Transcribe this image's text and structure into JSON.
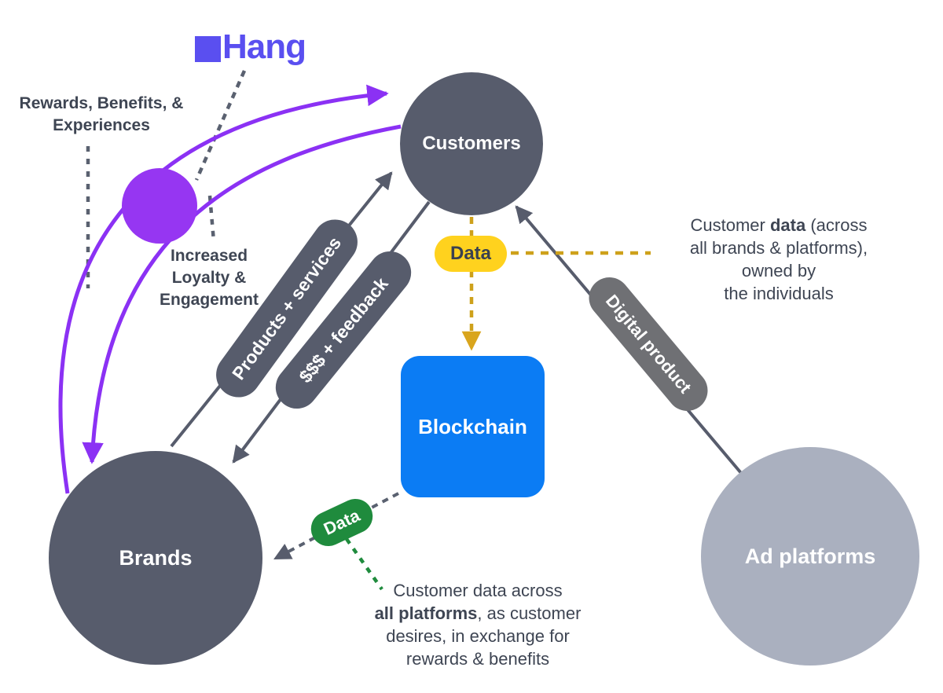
{
  "brand": {
    "logo_text": "Hang",
    "logo_color": "#5a4ff0"
  },
  "nodes": {
    "customers": {
      "label": "Customers",
      "color": "#575c6c"
    },
    "brands": {
      "label": "Brands",
      "color": "#575c6c"
    },
    "ad_platforms": {
      "label": "Ad platforms",
      "color": "#aab0bf"
    },
    "blockchain": {
      "label": "Blockchain",
      "color": "#0b7cf4"
    },
    "loyalty_circle": {
      "color": "#9636f2"
    }
  },
  "edge_labels": {
    "products": "Products + services",
    "money": "$$$ + feedback",
    "digital_product": "Digital product",
    "data_to_blockchain": "Data",
    "data_from_blockchain": "Data"
  },
  "annotations": {
    "rewards": "Rewards, Benefits, &\nExperiences",
    "loyalty": "Increased\nLoyalty &\nEngagement",
    "customer_data_right": {
      "pre": "Customer ",
      "bold": "data",
      "post": " (across\nall brands & platforms),\nowned by\nthe individuals"
    },
    "customer_data_bottom": {
      "pre": "Customer data across\n",
      "bold": "all platforms",
      "post": ", as customer\ndesires, in exchange for\nrewards & benefits"
    }
  },
  "colors": {
    "slate": "#575c6c",
    "gray_pill": "#6f7074",
    "purple_arc": "#8b31f4",
    "purple_node": "#9636f2",
    "indigo_logo": "#5a4ff0",
    "blue_blockchain": "#0b7cf4",
    "yellow_pill": "#ffd21e",
    "mustard_dash": "#cea11b",
    "green_pill": "#1f8b3d",
    "text_dark": "#3e4553"
  }
}
